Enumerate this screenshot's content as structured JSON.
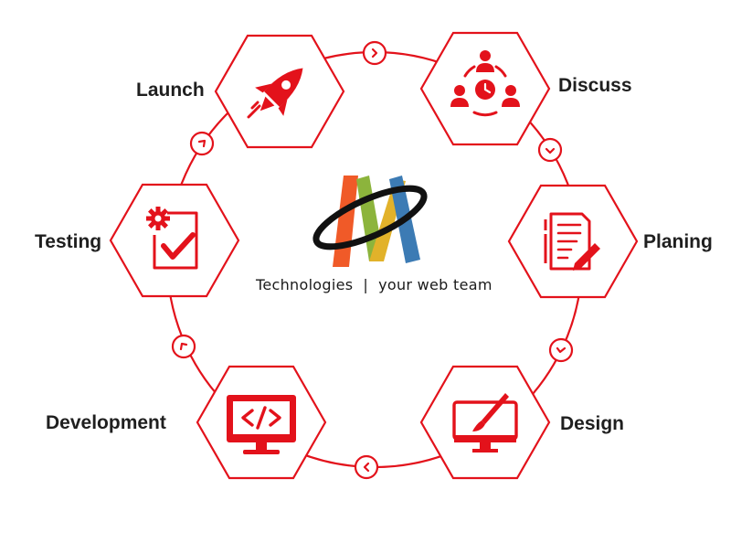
{
  "colors": {
    "accent": "#e3121b",
    "text": "#1f1f1f",
    "logo_orange": "#f05a28",
    "logo_green": "#8cb43c",
    "logo_yellow": "#e2b22a",
    "logo_blue": "#3c7bb4",
    "logo_ring": "#111111"
  },
  "steps": [
    {
      "id": "discuss",
      "label": "Discuss",
      "icon": "team-meeting-icon"
    },
    {
      "id": "planing",
      "label": "Planing",
      "icon": "document-edit-icon"
    },
    {
      "id": "design",
      "label": "Design",
      "icon": "monitor-paintbrush-icon"
    },
    {
      "id": "development",
      "label": "Development",
      "icon": "monitor-code-icon"
    },
    {
      "id": "testing",
      "label": "Testing",
      "icon": "gear-checklist-icon"
    },
    {
      "id": "launch",
      "label": "Launch",
      "icon": "rocket-icon"
    }
  ],
  "center": {
    "logo": "m-logo-icon",
    "tagline_left": "Technologies",
    "tagline_sep": "|",
    "tagline_right": "your web team"
  }
}
